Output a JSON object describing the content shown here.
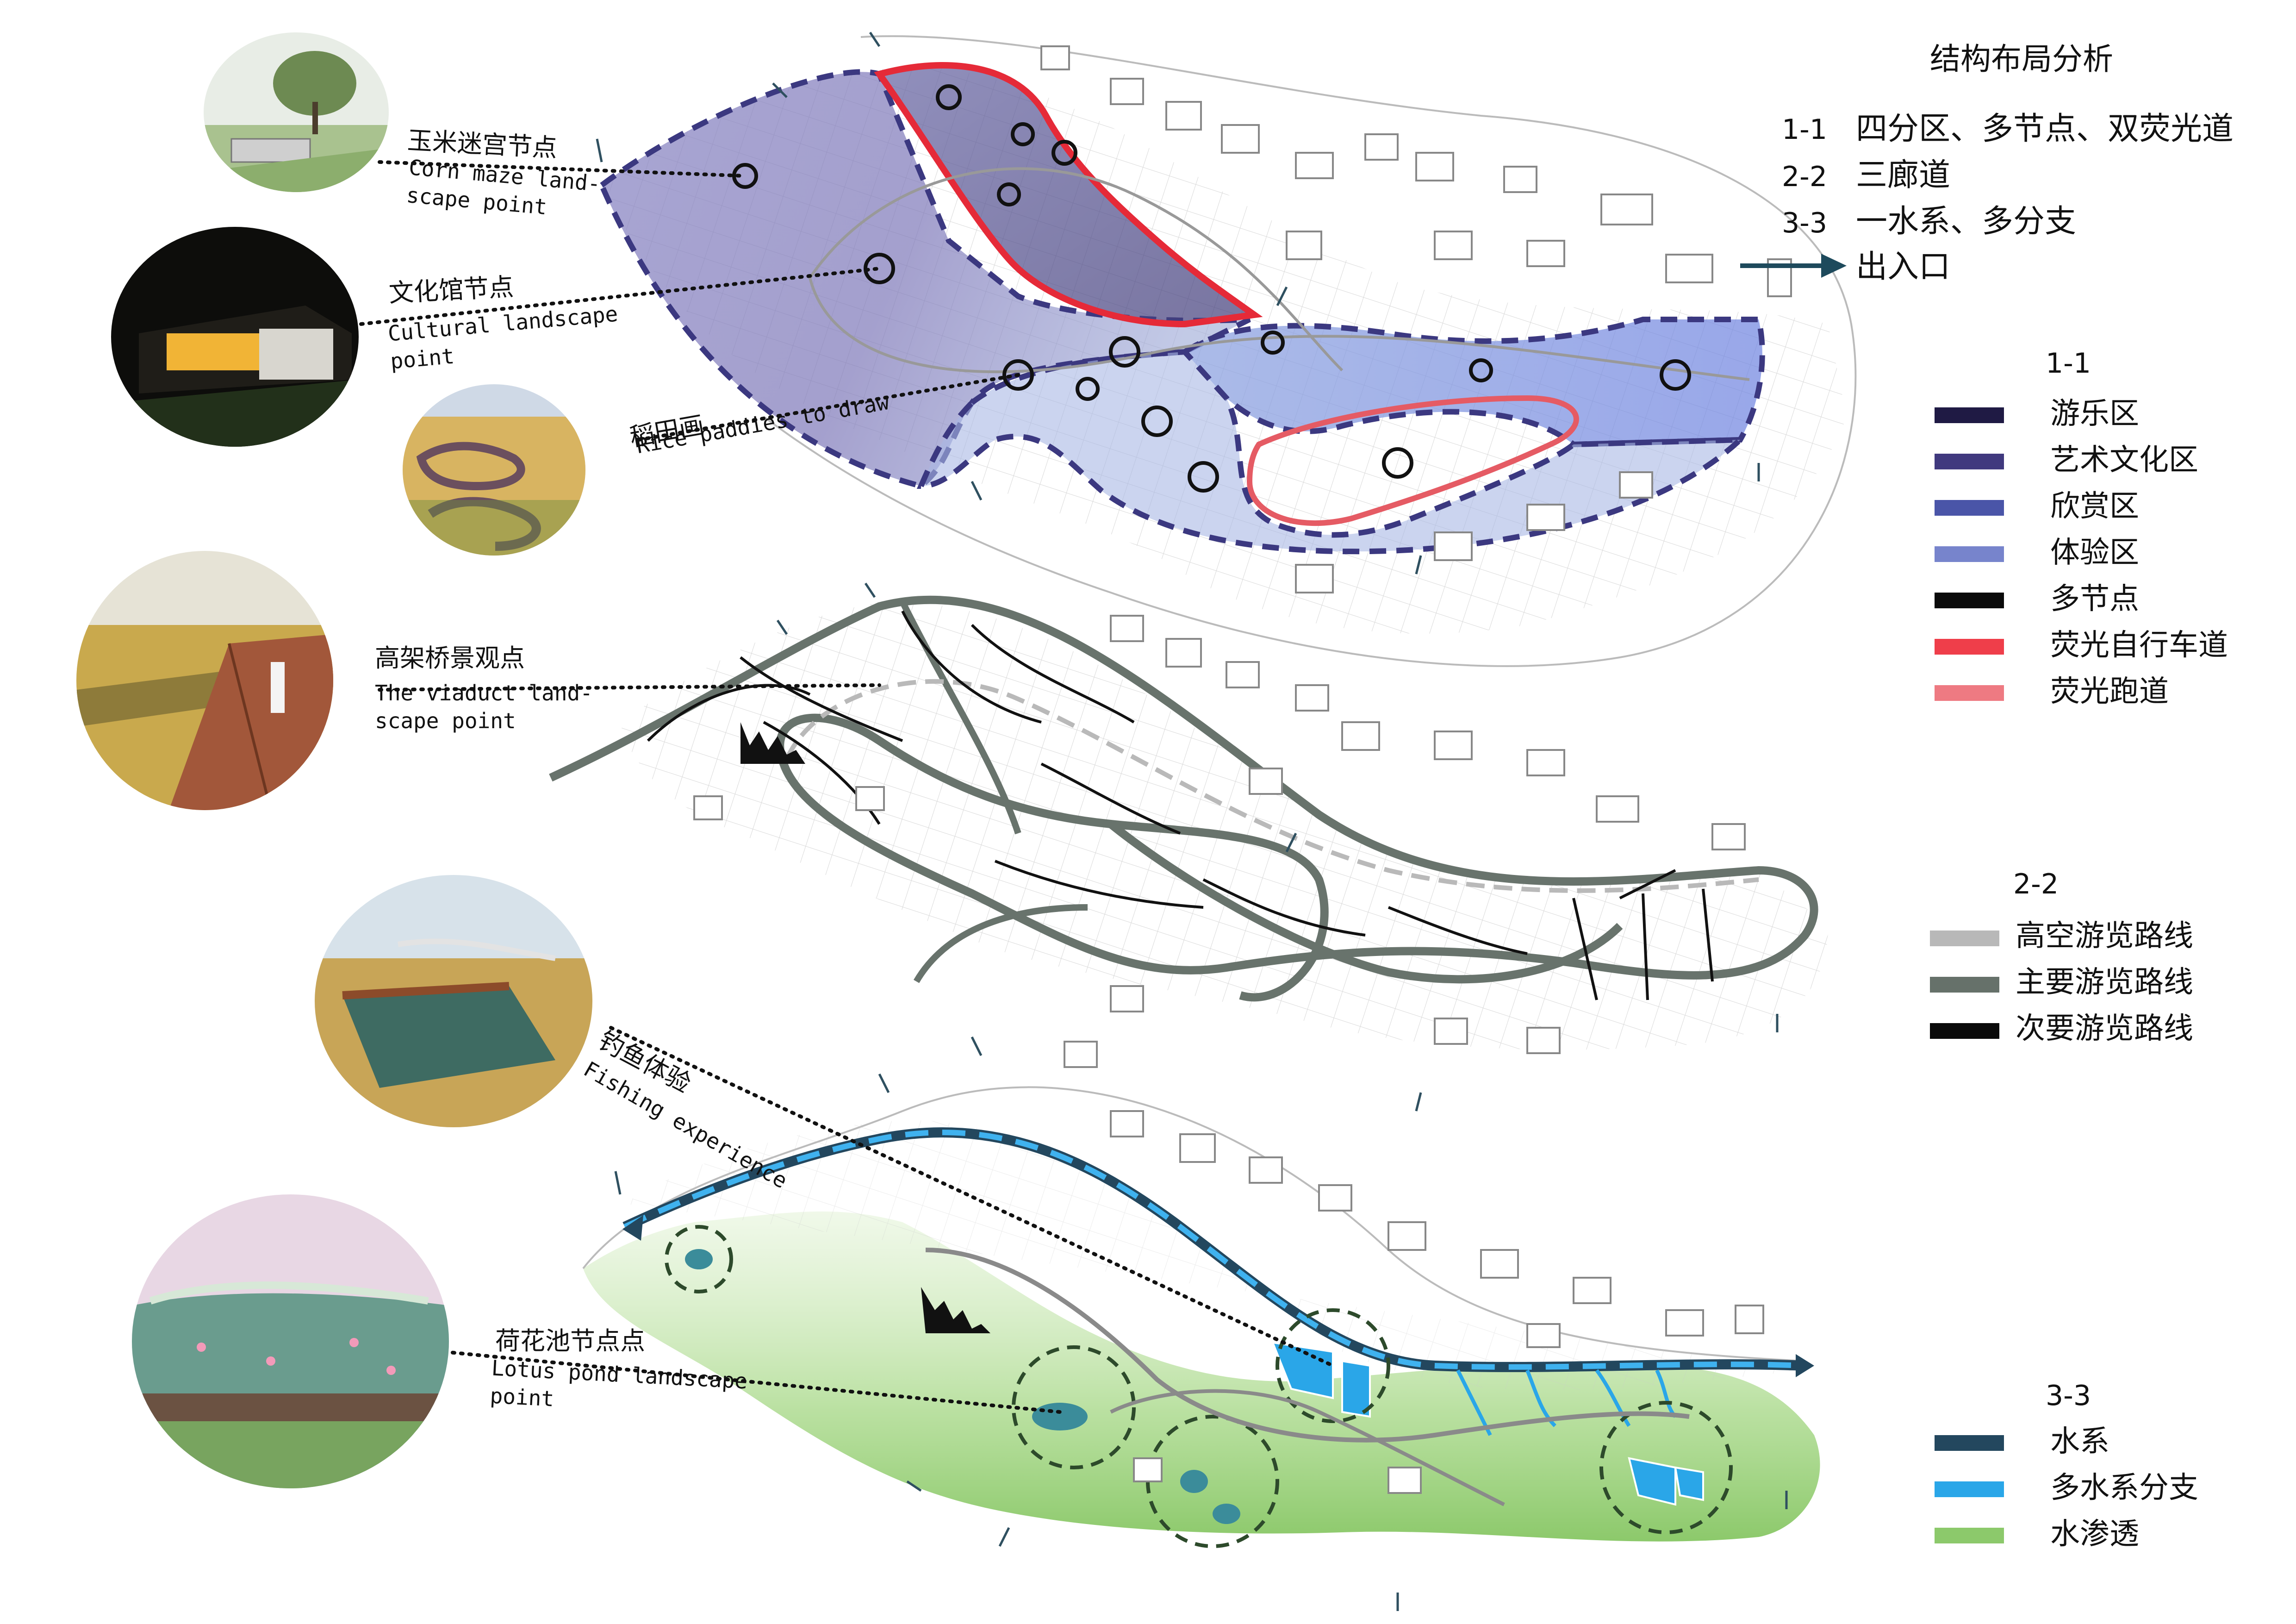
{
  "title": "结构布局分析",
  "summary": [
    {
      "code": "1-1",
      "text": "四分区、多节点、双荧光道"
    },
    {
      "code": "2-2",
      "text": "三廊道"
    },
    {
      "code": "3-3",
      "text": "一水系、多分支"
    }
  ],
  "entrance_label": "出入口",
  "colors": {
    "entrance_arrow": "#1e4a5c",
    "zone_purple": "#5a4f8f",
    "zone_blue": "#6f7fd6",
    "red_path": "#ef3e4a",
    "water_main": "#23475e",
    "water_branch": "#2aa6e8",
    "water_seep": "#8cc96b"
  },
  "legend_1": {
    "heading": "1-1",
    "items": [
      {
        "label": "游乐区",
        "color": "#1f1a44"
      },
      {
        "label": "艺术文化区",
        "color": "#40397e"
      },
      {
        "label": "欣赏区",
        "color": "#4a55a8"
      },
      {
        "label": "体验区",
        "color": "#7784cc"
      },
      {
        "label": "多节点",
        "color": "#0a0a0a"
      },
      {
        "label": "荧光自行车道",
        "color": "#ef3e4a"
      },
      {
        "label": "荧光跑道",
        "color": "#ee7a82"
      }
    ]
  },
  "legend_2": {
    "heading": "2-2",
    "items": [
      {
        "label": "高空游览路线",
        "color": "#b8b8b8"
      },
      {
        "label": "主要游览路线",
        "color": "#66716a"
      },
      {
        "label": "次要游览路线",
        "color": "#0a0a0a"
      }
    ]
  },
  "legend_3": {
    "heading": "3-3",
    "items": [
      {
        "label": "水系",
        "color": "#23475e"
      },
      {
        "label": "多水系分支",
        "color": "#2aa6e8"
      },
      {
        "label": "水渗透",
        "color": "#8cc96b"
      }
    ]
  },
  "callouts": [
    {
      "id": "corn",
      "cn": "玉米迷宫节点",
      "en": "Corn maze land-\nscape point"
    },
    {
      "id": "culture",
      "cn": "文化馆节点",
      "en": "Cultural landscape\npoint"
    },
    {
      "id": "rice",
      "cn": "稻田画",
      "en": "Rice paddies to draw"
    },
    {
      "id": "viaduct",
      "cn": "高架桥景观点",
      "en": "The viaduct land-\nscape point"
    },
    {
      "id": "fishing",
      "cn": "钓鱼体验",
      "en": "Fishing experience"
    },
    {
      "id": "lotus",
      "cn": "荷花池节点点",
      "en": "Lotus pond landscape\npoint"
    }
  ],
  "photos": [
    "corn-maze-photo",
    "cultural-hall-night-photo",
    "rice-paddy-art-photo",
    "viaduct-boardwalk-photo",
    "fishing-pond-photo",
    "lotus-pond-photo"
  ]
}
